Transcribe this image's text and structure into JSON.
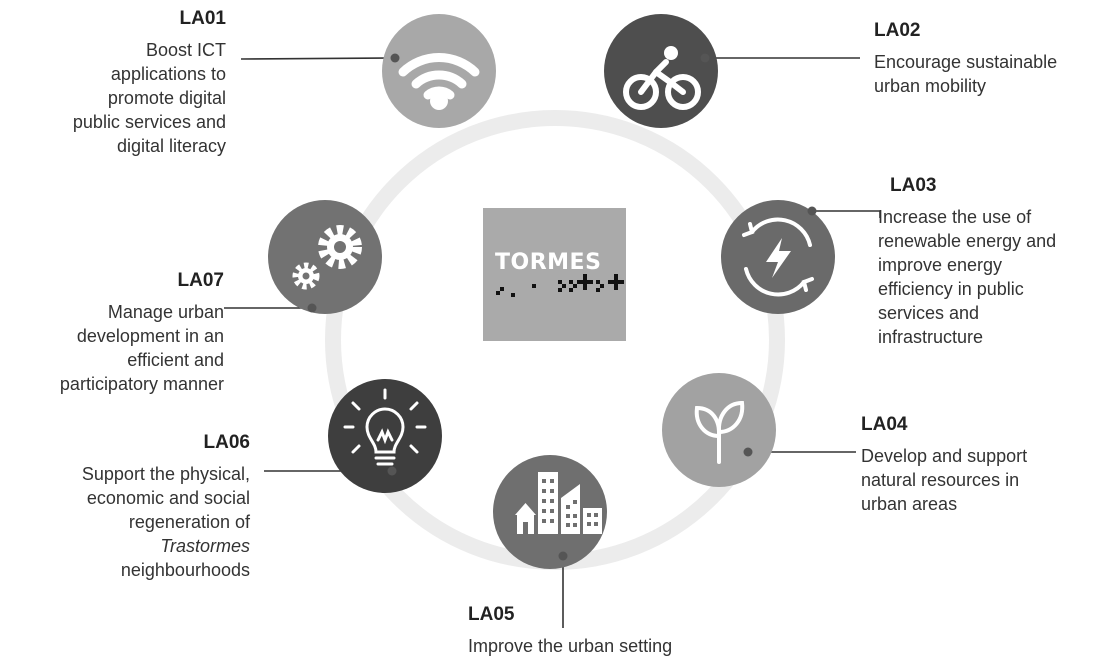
{
  "center": {
    "logo_text": "TORMES"
  },
  "colors": {
    "ring": "#ececec",
    "line": "#333333",
    "dot": "#555555",
    "logo_bg": "#aaaaaa"
  },
  "items": [
    {
      "code": "LA01",
      "icon": "wifi-icon",
      "color": "#a8a8a8",
      "desc_lines": [
        "Boost ICT",
        "applications to",
        "promote digital",
        "public services and",
        "digital literacy"
      ]
    },
    {
      "code": "LA02",
      "icon": "bicycle-icon",
      "color": "#4e4e4e",
      "desc_lines": [
        "Encourage sustainable",
        "urban mobility"
      ]
    },
    {
      "code": "LA03",
      "icon": "renewable-energy-icon",
      "color": "#6a6a6a",
      "desc_lines": [
        "Increase the use of",
        "renewable energy and",
        "improve energy",
        "efficiency in public",
        "services and",
        "infrastructure"
      ]
    },
    {
      "code": "LA04",
      "icon": "sprout-icon",
      "color": "#a2a2a2",
      "desc_lines": [
        "Develop and support",
        "natural resources in",
        "urban areas"
      ]
    },
    {
      "code": "LA05",
      "icon": "buildings-icon",
      "color": "#6f6f6f",
      "desc_lines": [
        "Improve the urban setting"
      ]
    },
    {
      "code": "LA06",
      "icon": "lightbulb-icon",
      "color": "#3e3e3e",
      "desc_lines": [
        "Support the physical,",
        "economic and social",
        "regeneration of",
        "neighbourhoods"
      ],
      "desc_italic": "Trastormes"
    },
    {
      "code": "LA07",
      "icon": "gears-icon",
      "color": "#727272",
      "desc_lines": [
        "Manage urban",
        "development in an",
        "efficient and",
        "participatory manner"
      ]
    }
  ]
}
